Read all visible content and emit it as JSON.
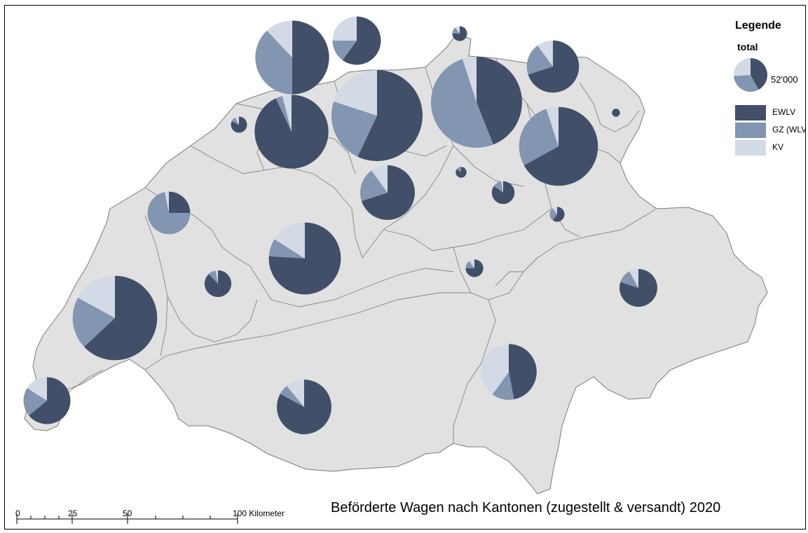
{
  "title": "Beförderte Wagen nach Kantonen (zugestellt & versandt) 2020",
  "legend": {
    "title": "Legende",
    "subtitle": "total",
    "size_label": "52'000",
    "size_sample": {
      "EWLV": 0.42,
      "GZ": 0.32,
      "KV": 0.26
    },
    "items": [
      {
        "label": "EWLV",
        "color": "#414f69"
      },
      {
        "label": "GZ (WLV)",
        "color": "#8295b1"
      },
      {
        "label": "KV",
        "color": "#d3dae5"
      }
    ]
  },
  "scale_bar": {
    "labels": [
      "0",
      "25",
      "50",
      "100 Kilometer"
    ],
    "values_km": [
      0,
      25,
      50,
      100
    ]
  },
  "colors": {
    "land": "#e1e1e1",
    "border": "#7a7a7a",
    "background": "#ffffff"
  },
  "pies": [
    {
      "id": "basel-landschaft",
      "total": 42000,
      "shares": {
        "EWLV": 0.5,
        "GZ": 0.38,
        "KV": 0.12
      }
    },
    {
      "id": "basel-stadt-north",
      "total": 18000,
      "shares": {
        "EWLV": 0.6,
        "GZ": 0.15,
        "KV": 0.25
      }
    },
    {
      "id": "basel-stadt",
      "total": 42000,
      "shares": {
        "EWLV": 0.93,
        "GZ": 0.03,
        "KV": 0.04
      }
    },
    {
      "id": "jura",
      "total": 2000,
      "shares": {
        "EWLV": 0.82,
        "GZ": 0.1,
        "KV": 0.08
      }
    },
    {
      "id": "aargau",
      "total": 64000,
      "shares": {
        "EWLV": 0.57,
        "GZ": 0.23,
        "KV": 0.2
      }
    },
    {
      "id": "zurich",
      "total": 64000,
      "shares": {
        "EWLV": 0.44,
        "GZ": 0.51,
        "KV": 0.05
      }
    },
    {
      "id": "schaffhausen",
      "total": 1700,
      "shares": {
        "EWLV": 0.75,
        "GZ": 0.15,
        "KV": 0.1
      }
    },
    {
      "id": "thurgau",
      "total": 21000,
      "shares": {
        "EWLV": 0.7,
        "GZ": 0.2,
        "KV": 0.1
      }
    },
    {
      "id": "appenzell",
      "total": 500,
      "shares": {
        "EWLV": 1.0,
        "GZ": 0.0,
        "KV": 0.0
      }
    },
    {
      "id": "st-gallen",
      "total": 48000,
      "shares": {
        "EWLV": 0.67,
        "GZ": 0.28,
        "KV": 0.05
      }
    },
    {
      "id": "lucerne",
      "total": 23000,
      "shares": {
        "EWLV": 0.7,
        "GZ": 0.2,
        "KV": 0.1
      }
    },
    {
      "id": "zug",
      "total": 900,
      "shares": {
        "EWLV": 0.85,
        "GZ": 0.15,
        "KV": 0.0
      }
    },
    {
      "id": "schwyz",
      "total": 4000,
      "shares": {
        "EWLV": 0.85,
        "GZ": 0.12,
        "KV": 0.03
      }
    },
    {
      "id": "glarus",
      "total": 1700,
      "shares": {
        "EWLV": 0.6,
        "GZ": 0.3,
        "KV": 0.1
      }
    },
    {
      "id": "neuchatel",
      "total": 14000,
      "shares": {
        "EWLV": 0.25,
        "GZ": 0.72,
        "KV": 0.03
      }
    },
    {
      "id": "bern",
      "total": 40000,
      "shares": {
        "EWLV": 0.76,
        "GZ": 0.08,
        "KV": 0.16
      }
    },
    {
      "id": "fribourg",
      "total": 5500,
      "shares": {
        "EWLV": 0.88,
        "GZ": 0.09,
        "KV": 0.03
      }
    },
    {
      "id": "uri",
      "total": 2400,
      "shares": {
        "EWLV": 0.75,
        "GZ": 0.15,
        "KV": 0.1
      }
    },
    {
      "id": "graubunden",
      "total": 11000,
      "shares": {
        "EWLV": 0.8,
        "GZ": 0.12,
        "KV": 0.08
      }
    },
    {
      "id": "vaud",
      "total": 55000,
      "shares": {
        "EWLV": 0.63,
        "GZ": 0.2,
        "KV": 0.17
      }
    },
    {
      "id": "ticino",
      "total": 24000,
      "shares": {
        "EWLV": 0.47,
        "GZ": 0.13,
        "KV": 0.4
      }
    },
    {
      "id": "valais",
      "total": 23000,
      "shares": {
        "EWLV": 0.83,
        "GZ": 0.06,
        "KV": 0.11
      }
    },
    {
      "id": "geneva",
      "total": 17000,
      "shares": {
        "EWLV": 0.64,
        "GZ": 0.2,
        "KV": 0.16
      }
    }
  ]
}
